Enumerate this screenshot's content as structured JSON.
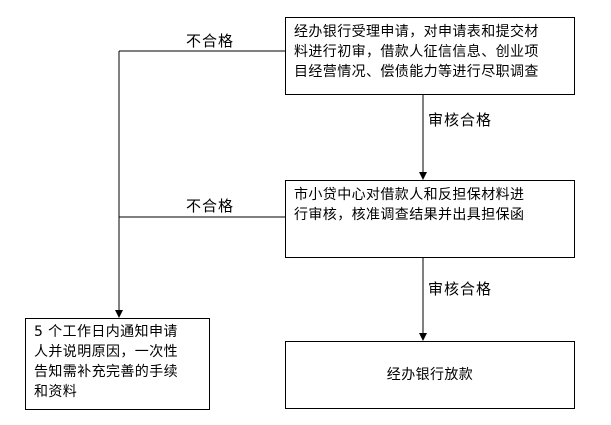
{
  "nodes": {
    "bank_accept": {
      "lines": [
        "经办银行受理申请，对申请表和提交材",
        "料进行初审，借款人征信信息、创业项",
        "目经营情况、偿债能力等进行尽职调查"
      ]
    },
    "center_review": {
      "lines": [
        "市小贷中心对借款人和反担保材料进",
        "行审核，核准调查结果并出具担保函"
      ]
    },
    "notify_applicant": {
      "lines": [
        "5 个工作日内通知申请",
        "人并说明原因，一次性",
        "告知需补充完善的手续",
        "和资料"
      ]
    },
    "bank_loan": {
      "lines": [
        "经办银行放款"
      ]
    }
  },
  "edges": {
    "reject_1": "不合格",
    "reject_2": "不合格",
    "pass_1": "审核合格",
    "pass_2": "审核合格"
  }
}
